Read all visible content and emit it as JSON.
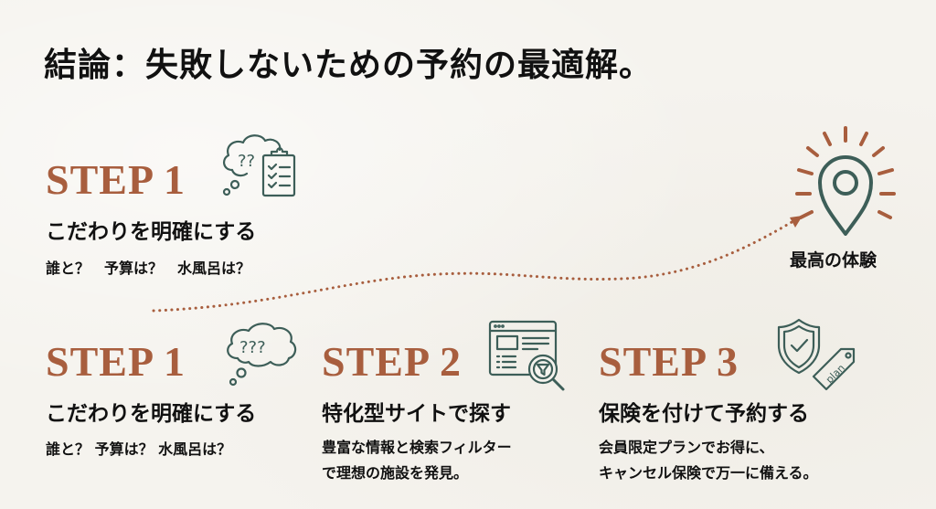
{
  "title": "結論：失敗しないための予約の最適解。",
  "colors": {
    "accent": "#a85e3e",
    "icon_stroke": "#3d5e58",
    "text": "#111111",
    "background": "#f5f3ee"
  },
  "featured_step": {
    "label": "STEP 1",
    "heading": "こだわりを明確にする",
    "description": "誰と？　予算は？　水風呂は？",
    "icon": "thought-cloud-clipboard-icon"
  },
  "goal": {
    "label": "最高の体験",
    "icon": "location-pin-icon"
  },
  "steps": [
    {
      "label": "STEP 1",
      "heading": "こだわりを明確にする",
      "description_lines": [
        "誰と？ 予算は？ 水風呂は？"
      ],
      "icon": "thought-cloud-icon"
    },
    {
      "label": "STEP 2",
      "heading": "特化型サイトで探す",
      "description_lines": [
        "豊富な情報と検索フィルター",
        "で理想の施設を発見。"
      ],
      "icon": "browser-search-filter-icon"
    },
    {
      "label": "STEP 3",
      "heading": "保険を付けて予約する",
      "description_lines": [
        "会員限定プランでお得に、",
        "キャンセル保険で万一に備える。"
      ],
      "icon": "shield-plan-tag-icon",
      "tag_text": "plan"
    }
  ]
}
